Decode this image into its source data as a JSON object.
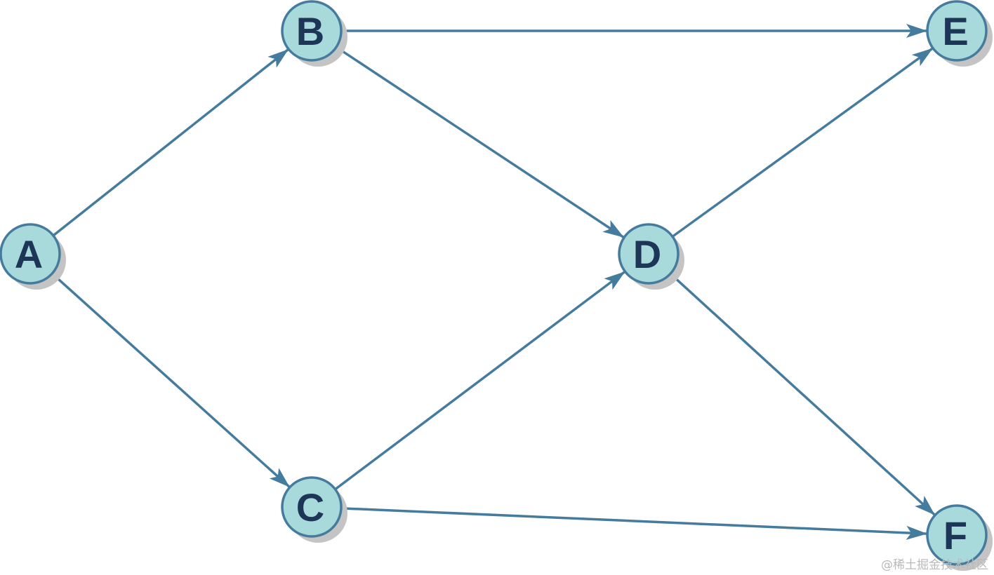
{
  "graph": {
    "nodes": [
      {
        "id": "A",
        "label": "A"
      },
      {
        "id": "B",
        "label": "B"
      },
      {
        "id": "C",
        "label": "C"
      },
      {
        "id": "D",
        "label": "D"
      },
      {
        "id": "E",
        "label": "E"
      },
      {
        "id": "F",
        "label": "F"
      }
    ],
    "edges": [
      {
        "from": "A",
        "to": "B"
      },
      {
        "from": "A",
        "to": "C"
      },
      {
        "from": "B",
        "to": "E"
      },
      {
        "from": "B",
        "to": "D"
      },
      {
        "from": "C",
        "to": "D"
      },
      {
        "from": "C",
        "to": "F"
      },
      {
        "from": "D",
        "to": "E"
      },
      {
        "from": "D",
        "to": "F"
      }
    ],
    "directed": true
  },
  "colors": {
    "node_fill": "#a8dadc",
    "node_stroke": "#457b9d",
    "edge": "#457b9d",
    "label": "#1d3557",
    "shadow": "#c4c4c4"
  },
  "watermark": "@稀土掘金技术社区"
}
